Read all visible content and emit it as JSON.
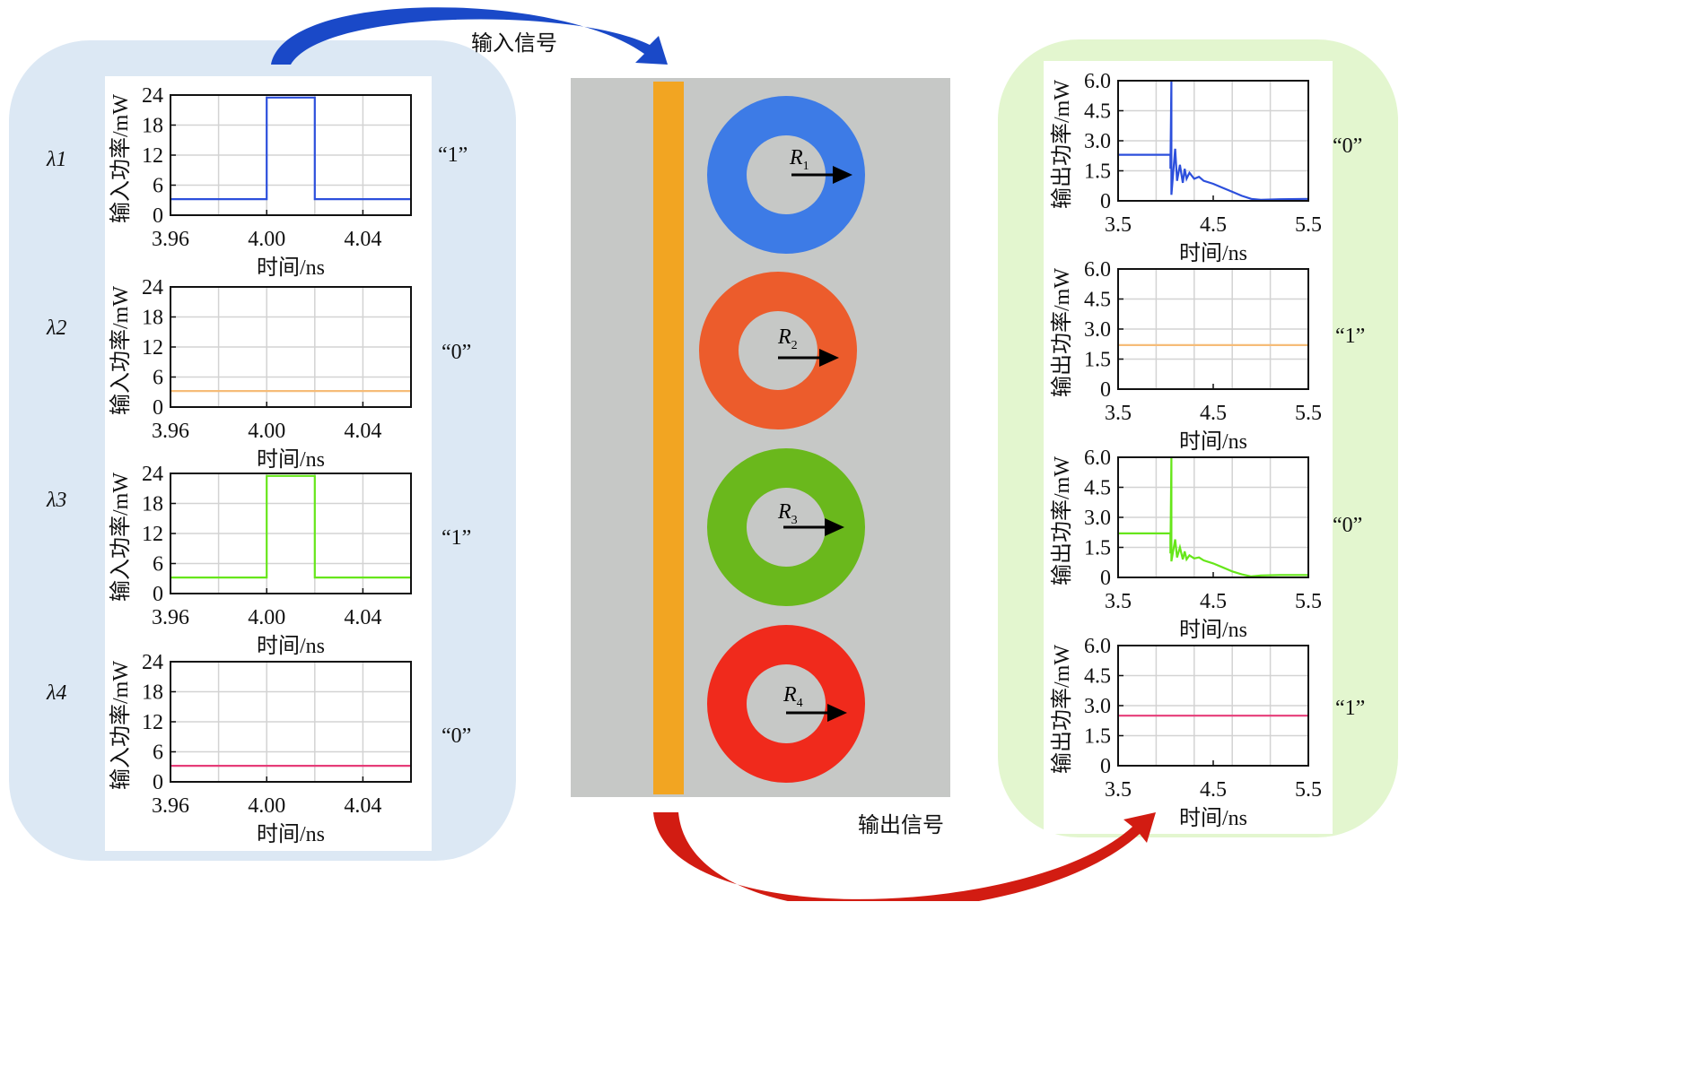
{
  "colors": {
    "left_panel": "#dce8f4",
    "right_panel": "#e3f6cf",
    "device_bg": "#c6c8c6",
    "waveguide": "#f2a522",
    "input_arrow": "#1a49c8",
    "output_arrow": "#d21c12",
    "ring_1": "#3d7be6",
    "ring_2": "#ec5c2c",
    "ring_3": "#6ab81c",
    "ring_4": "#f02a1c",
    "trace_1": "#2c4fdc",
    "trace_2": "#f6bc78",
    "trace_3": "#66e61a",
    "trace_4": "#e63c78",
    "grid": "#d3d3d3"
  },
  "labels": {
    "input_signal": "输入信号",
    "output_signal": "输出信号"
  },
  "wavelengths": [
    "λ1",
    "λ2",
    "λ3",
    "λ4"
  ],
  "rings": [
    {
      "label": "R",
      "sub": "1"
    },
    {
      "label": "R",
      "sub": "2"
    },
    {
      "label": "R",
      "sub": "3"
    },
    {
      "label": "R",
      "sub": "4"
    }
  ],
  "input_bits": [
    "“1”",
    "“0”",
    "“1”",
    "“0”"
  ],
  "output_bits": [
    "“0”",
    "“1”",
    "“0”",
    "“1”"
  ],
  "chart_data": [
    {
      "type": "line",
      "panel": "input",
      "index": 0,
      "xlabel": "时间/ns",
      "ylabel": "输入功率/mW",
      "xlim": [
        3.96,
        4.06
      ],
      "ylim": [
        0,
        24
      ],
      "xticks": [
        3.96,
        4.0,
        4.04
      ],
      "xtick_labels": [
        "3.96",
        "4.00",
        "4.04"
      ],
      "yticks": [
        0,
        6,
        12,
        18,
        24
      ],
      "ytick_labels": [
        "0",
        "6",
        "12",
        "18",
        "24"
      ],
      "grid": true,
      "series": [
        {
          "color": "#2c4fdc",
          "x": [
            3.96,
            4.0,
            4.0,
            4.02,
            4.02,
            4.06
          ],
          "y": [
            3.2,
            3.2,
            23.5,
            23.5,
            3.2,
            3.2
          ]
        }
      ]
    },
    {
      "type": "line",
      "panel": "input",
      "index": 1,
      "xlabel": "时间/ns",
      "ylabel": "输入功率/mW",
      "xlim": [
        3.96,
        4.06
      ],
      "ylim": [
        0,
        24
      ],
      "xticks": [
        3.96,
        4.0,
        4.04
      ],
      "xtick_labels": [
        "3.96",
        "4.00",
        "4.04"
      ],
      "yticks": [
        0,
        6,
        12,
        18,
        24
      ],
      "ytick_labels": [
        "0",
        "6",
        "12",
        "18",
        "24"
      ],
      "grid": true,
      "series": [
        {
          "color": "#f6bc78",
          "x": [
            3.96,
            4.06
          ],
          "y": [
            3.2,
            3.2
          ]
        }
      ]
    },
    {
      "type": "line",
      "panel": "input",
      "index": 2,
      "xlabel": "时间/ns",
      "ylabel": "输入功率/mW",
      "xlim": [
        3.96,
        4.06
      ],
      "ylim": [
        0,
        24
      ],
      "xticks": [
        3.96,
        4.0,
        4.04
      ],
      "xtick_labels": [
        "3.96",
        "4.00",
        "4.04"
      ],
      "yticks": [
        0,
        6,
        12,
        18,
        24
      ],
      "ytick_labels": [
        "0",
        "6",
        "12",
        "18",
        "24"
      ],
      "grid": true,
      "series": [
        {
          "color": "#66e61a",
          "x": [
            3.96,
            4.0,
            4.0,
            4.02,
            4.02,
            4.06
          ],
          "y": [
            3.2,
            3.2,
            23.5,
            23.5,
            3.2,
            3.2
          ]
        }
      ]
    },
    {
      "type": "line",
      "panel": "input",
      "index": 3,
      "xlabel": "时间/ns",
      "ylabel": "输入功率/mW",
      "xlim": [
        3.96,
        4.06
      ],
      "ylim": [
        0,
        24
      ],
      "xticks": [
        3.96,
        4.0,
        4.04
      ],
      "xtick_labels": [
        "3.96",
        "4.00",
        "4.04"
      ],
      "yticks": [
        0,
        6,
        12,
        18,
        24
      ],
      "ytick_labels": [
        "0",
        "6",
        "12",
        "18",
        "24"
      ],
      "grid": true,
      "series": [
        {
          "color": "#e63c78",
          "x": [
            3.96,
            4.06
          ],
          "y": [
            3.2,
            3.2
          ]
        }
      ]
    },
    {
      "type": "line",
      "panel": "output",
      "index": 0,
      "xlabel": "时间/ns",
      "ylabel": "输出功率/mW",
      "xlim": [
        3.5,
        5.5
      ],
      "ylim": [
        0,
        6
      ],
      "xticks": [
        3.5,
        4.5,
        5.5
      ],
      "xtick_labels": [
        "3.5",
        "4.5",
        "5.5"
      ],
      "yticks": [
        0,
        1.5,
        3.0,
        4.5,
        6.0
      ],
      "ytick_labels": [
        "0",
        "1.5",
        "3.0",
        "4.5",
        "6.0"
      ],
      "grid": true,
      "series": [
        {
          "color": "#2c4fdc",
          "x": [
            3.5,
            4.05,
            4.05,
            4.06,
            4.06,
            4.1,
            4.12,
            4.15,
            4.18,
            4.2,
            4.22,
            4.25,
            4.3,
            4.35,
            4.4,
            4.5,
            4.6,
            4.7,
            4.8,
            4.9,
            5.0,
            5.2,
            5.5
          ],
          "y": [
            2.3,
            2.3,
            1.6,
            6.0,
            0.3,
            2.6,
            1.0,
            1.8,
            0.9,
            1.6,
            1.1,
            1.4,
            1.1,
            1.2,
            1.0,
            0.85,
            0.65,
            0.45,
            0.25,
            0.1,
            0.05,
            0.08,
            0.1
          ]
        }
      ]
    },
    {
      "type": "line",
      "panel": "output",
      "index": 1,
      "xlabel": "时间/ns",
      "ylabel": "输出功率/mW",
      "xlim": [
        3.5,
        5.5
      ],
      "ylim": [
        0,
        6
      ],
      "xticks": [
        3.5,
        4.5,
        5.5
      ],
      "xtick_labels": [
        "3.5",
        "4.5",
        "5.5"
      ],
      "yticks": [
        0,
        1.5,
        3.0,
        4.5,
        6.0
      ],
      "ytick_labels": [
        "0",
        "1.5",
        "3.0",
        "4.5",
        "6.0"
      ],
      "grid": true,
      "series": [
        {
          "color": "#f6bc78",
          "x": [
            3.5,
            5.5
          ],
          "y": [
            2.2,
            2.2
          ]
        }
      ]
    },
    {
      "type": "line",
      "panel": "output",
      "index": 2,
      "xlabel": "时间/ns",
      "ylabel": "输出功率/mW",
      "xlim": [
        3.5,
        5.5
      ],
      "ylim": [
        0,
        6
      ],
      "xticks": [
        3.5,
        4.5,
        5.5
      ],
      "xtick_labels": [
        "3.5",
        "4.5",
        "5.5"
      ],
      "yticks": [
        0,
        1.5,
        3.0,
        4.5,
        6.0
      ],
      "ytick_labels": [
        "0",
        "1.5",
        "3.0",
        "4.5",
        "6.0"
      ],
      "grid": true,
      "series": [
        {
          "color": "#66e61a",
          "x": [
            3.5,
            4.05,
            4.05,
            4.06,
            4.06,
            4.1,
            4.12,
            4.15,
            4.18,
            4.2,
            4.22,
            4.25,
            4.3,
            4.35,
            4.4,
            4.5,
            4.6,
            4.7,
            4.8,
            4.9,
            5.0,
            5.2,
            5.5
          ],
          "y": [
            2.2,
            2.2,
            1.2,
            6.0,
            0.8,
            1.9,
            1.0,
            1.5,
            0.9,
            1.3,
            0.9,
            1.1,
            0.95,
            1.0,
            0.85,
            0.7,
            0.5,
            0.3,
            0.15,
            0.05,
            0.1,
            0.12,
            0.12
          ]
        }
      ]
    },
    {
      "type": "line",
      "panel": "output",
      "index": 3,
      "xlabel": "时间/ns",
      "ylabel": "输出功率/mW",
      "xlim": [
        3.5,
        5.5
      ],
      "ylim": [
        0,
        6
      ],
      "xticks": [
        3.5,
        4.5,
        5.5
      ],
      "xtick_labels": [
        "3.5",
        "4.5",
        "5.5"
      ],
      "yticks": [
        0,
        1.5,
        3.0,
        4.5,
        6.0
      ],
      "ytick_labels": [
        "0",
        "1.5",
        "3.0",
        "4.5",
        "6.0"
      ],
      "grid": true,
      "series": [
        {
          "color": "#e63c78",
          "x": [
            3.5,
            5.5
          ],
          "y": [
            2.5,
            2.5
          ]
        }
      ]
    }
  ]
}
